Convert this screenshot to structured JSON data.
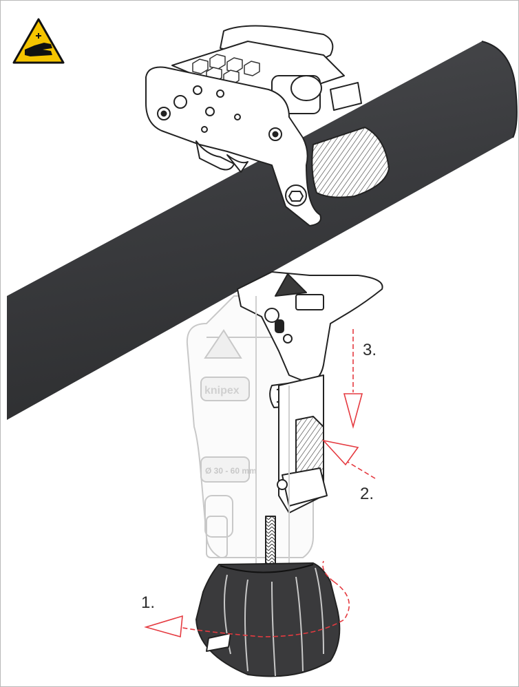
{
  "figure": {
    "warning_icon": "hand-crush-warning-icon",
    "colors": {
      "pipe": "#3d3e40",
      "warning_yellow": "#f5c400",
      "arrow_red": "#e53a40",
      "line_art": "#222222"
    }
  },
  "steps": [
    {
      "label": "1."
    },
    {
      "label": "2."
    },
    {
      "label": "3."
    }
  ],
  "product_marks": {
    "brand": "knipex",
    "range": "Ø 30 - 60 mm"
  }
}
